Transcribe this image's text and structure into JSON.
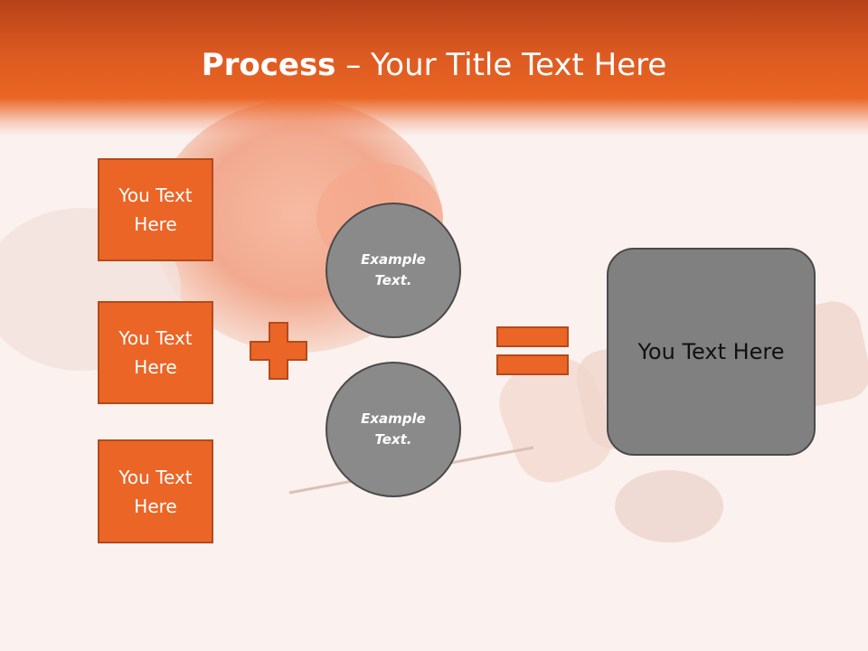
{
  "slide": {
    "title_bold": "Process",
    "title_rest": " – Your Title Text Here",
    "colors": {
      "accent": "#eb6526",
      "header_dark": "#b6421a",
      "circle_gray": "#8a8a8a",
      "result_gray": "#808080"
    },
    "inputs": [
      {
        "label": "You Text Here"
      },
      {
        "label": "You Text Here"
      },
      {
        "label": "You Text Here"
      }
    ],
    "examples": [
      {
        "label": "Example Text."
      },
      {
        "label": "Example Text."
      }
    ],
    "result": {
      "label": "You Text Here"
    },
    "icons": [
      "plus-icon",
      "equals-icon"
    ]
  }
}
